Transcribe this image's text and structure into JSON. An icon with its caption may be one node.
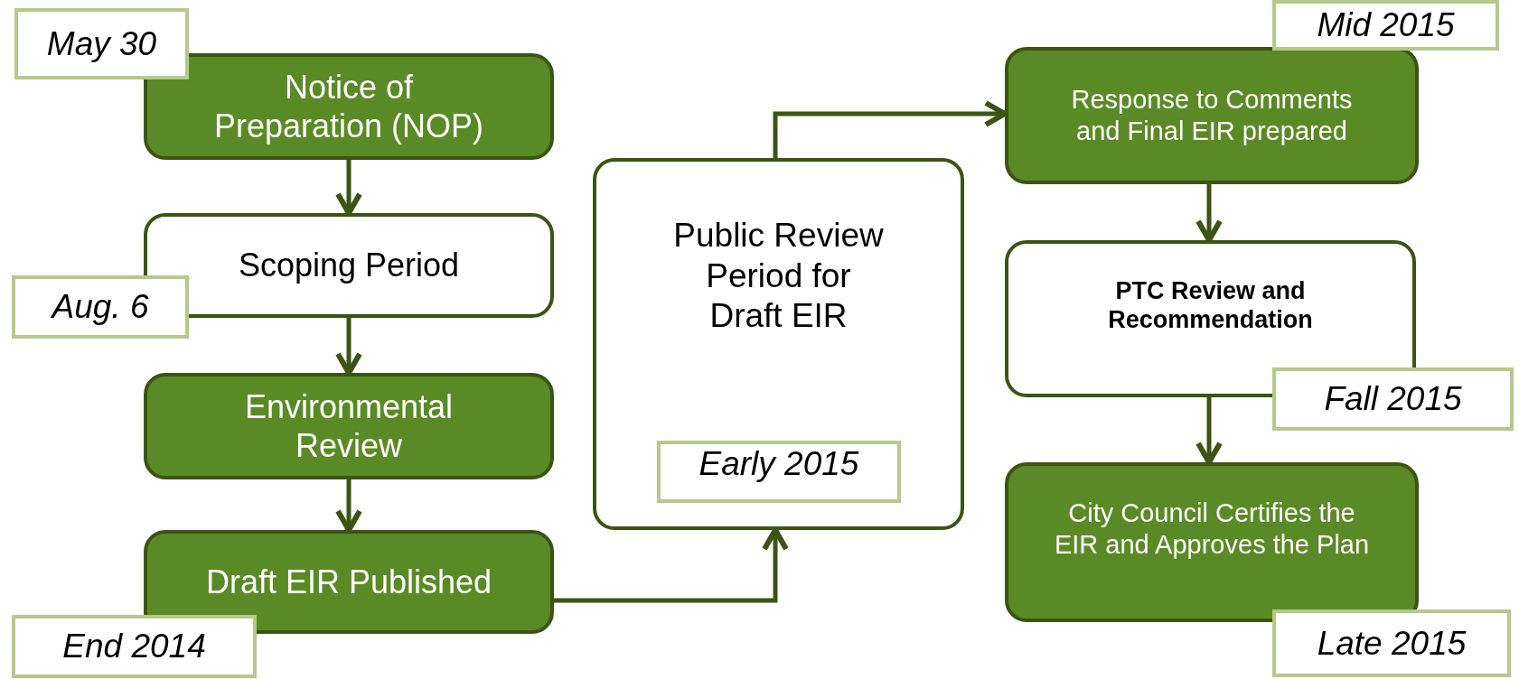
{
  "diagram": {
    "nodes": [
      {
        "text": [
          "Notice of Preparation (NOP)"
        ],
        "beside": [
          "May 30"
        ]
      },
      {
        "text": [
          "Scoping Period"
        ],
        "beside": [
          "Aug. 6"
        ]
      },
      {
        "text": [
          "Environmental Review"
        ]
      },
      {
        "text": [
          "Draft EIR Published"
        ],
        "beside": [
          "End 2014"
        ]
      },
      {
        "text": [
          "Public Review Period for Draft EIR",
          "Early 2015"
        ]
      },
      {
        "text": [
          "Response to Comments and Final EIR prepared"
        ],
        "beside": [
          "Mid 2015"
        ]
      },
      {
        "text": [
          "PTC Review and Recommendation"
        ],
        "beside": [
          "Fall 2015"
        ]
      },
      {
        "text": [
          "City Council Certifies the EIR and Approves the Plan"
        ],
        "beside": [
          "Late 2015"
        ]
      }
    ],
    "edges": [
      {
        "from": 0,
        "to": 1,
        "arrow": "to"
      },
      {
        "from": 1,
        "to": 2,
        "arrow": "to"
      },
      {
        "from": 2,
        "to": 3,
        "arrow": "to"
      },
      {
        "from": 3,
        "to": 4,
        "arrow": "to"
      },
      {
        "from": 4,
        "to": 5,
        "arrow": "to"
      },
      {
        "from": 5,
        "to": 6,
        "arrow": "to"
      },
      {
        "from": 6,
        "to": 7,
        "arrow": "to"
      }
    ]
  }
}
